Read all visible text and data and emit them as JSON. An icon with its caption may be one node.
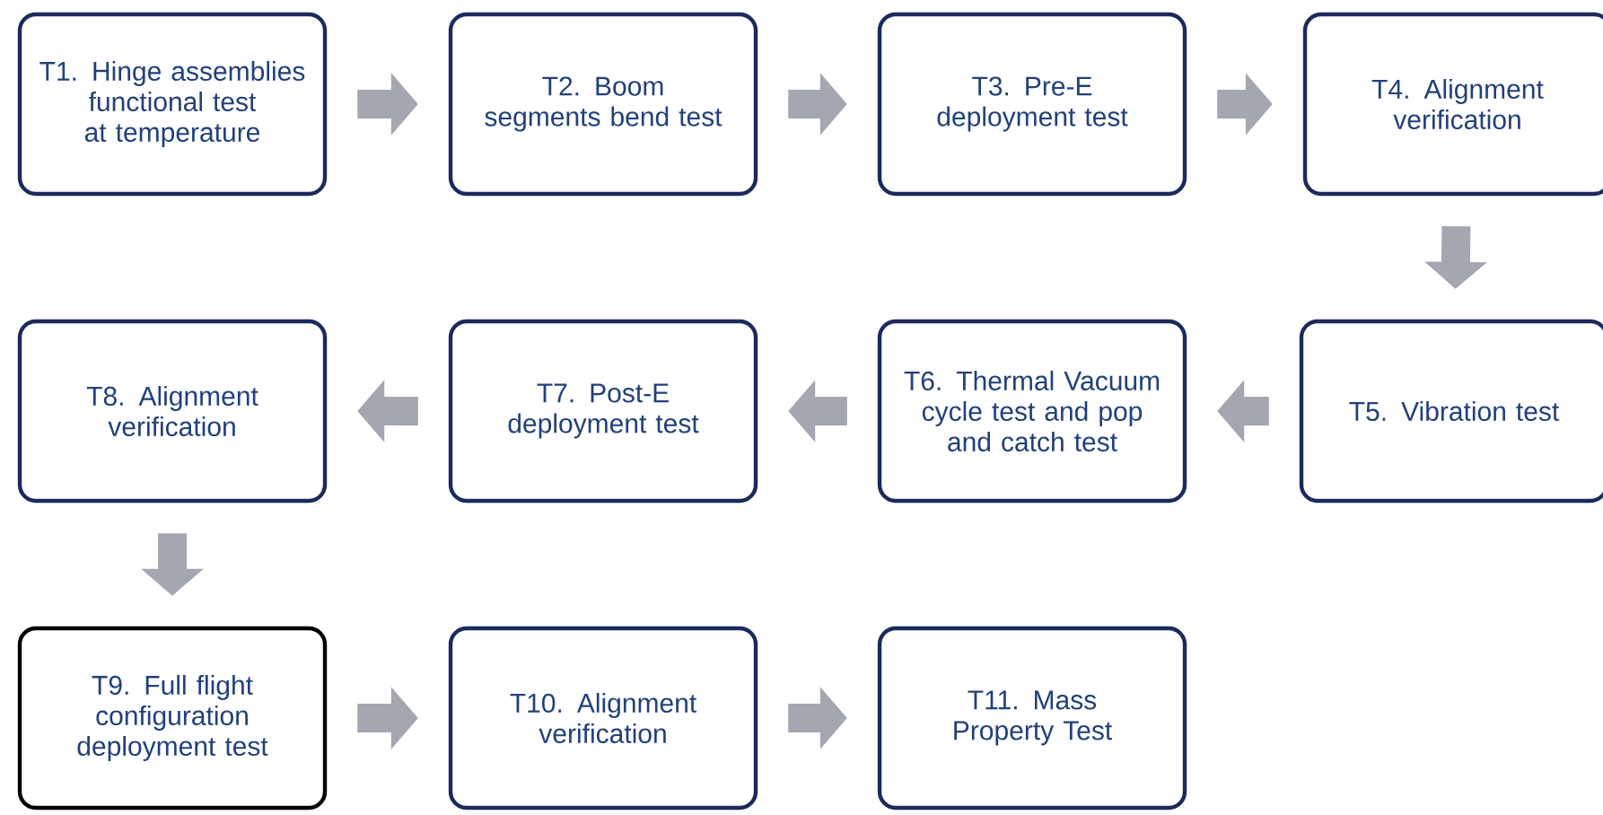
{
  "diagram": {
    "nodes": [
      {
        "text": [
          "T1. Hinge assemblies functional test at temperature"
        ]
      },
      {
        "text": [
          "T2. Boom segments bend test"
        ]
      },
      {
        "text": [
          "T3. Pre-E deployment test"
        ]
      },
      {
        "text": [
          "T4. Alignment verification"
        ]
      },
      {
        "text": [
          "T5. Vibration test"
        ]
      },
      {
        "text": [
          "T6. Thermal Vacuum cycle test and pop and catch test"
        ]
      },
      {
        "text": [
          "T7. Post-E deployment test"
        ]
      },
      {
        "text": [
          "T8. Alignment verification"
        ]
      },
      {
        "text": [
          "T9. Full flight configuration deployment test"
        ]
      },
      {
        "text": [
          "T10. Alignment verification"
        ]
      },
      {
        "text": [
          "T11. Mass Property Test"
        ]
      }
    ],
    "edges": [
      {
        "from": 0,
        "to": 1,
        "arrow": "to"
      },
      {
        "from": 1,
        "to": 2,
        "arrow": "to"
      },
      {
        "from": 2,
        "to": 3,
        "arrow": "to"
      },
      {
        "from": 3,
        "to": 4,
        "arrow": "to"
      },
      {
        "from": 4,
        "to": 5,
        "arrow": "to"
      },
      {
        "from": 5,
        "to": 6,
        "arrow": "to"
      },
      {
        "from": 6,
        "to": 7,
        "arrow": "to"
      },
      {
        "from": 7,
        "to": 8,
        "arrow": "to"
      },
      {
        "from": 8,
        "to": 9,
        "arrow": "to"
      },
      {
        "from": 9,
        "to": 10,
        "arrow": "to"
      }
    ]
  }
}
